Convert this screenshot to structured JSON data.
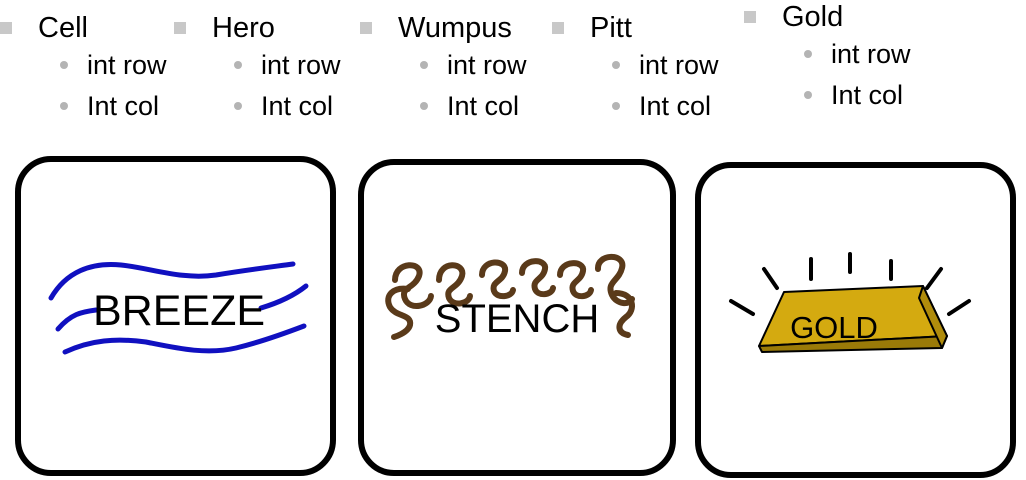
{
  "classes": [
    {
      "name": "Cell",
      "fields": [
        "int row",
        "Int col"
      ]
    },
    {
      "name": "Hero",
      "fields": [
        "int row",
        "Int col"
      ]
    },
    {
      "name": "Wumpus",
      "fields": [
        "int row",
        "Int col"
      ]
    },
    {
      "name": "Pitt",
      "fields": [
        "int row",
        "Int col"
      ]
    },
    {
      "name": "Gold",
      "fields": [
        "int row",
        "Int col"
      ]
    }
  ],
  "cards": {
    "breeze": {
      "label": "BREEZE",
      "wave_color": "#1010c0"
    },
    "stench": {
      "label": "STENCH",
      "squiggle_color": "#5a3a1a"
    },
    "gold": {
      "label": "GOLD",
      "bar_color": "#d4aa10"
    }
  }
}
